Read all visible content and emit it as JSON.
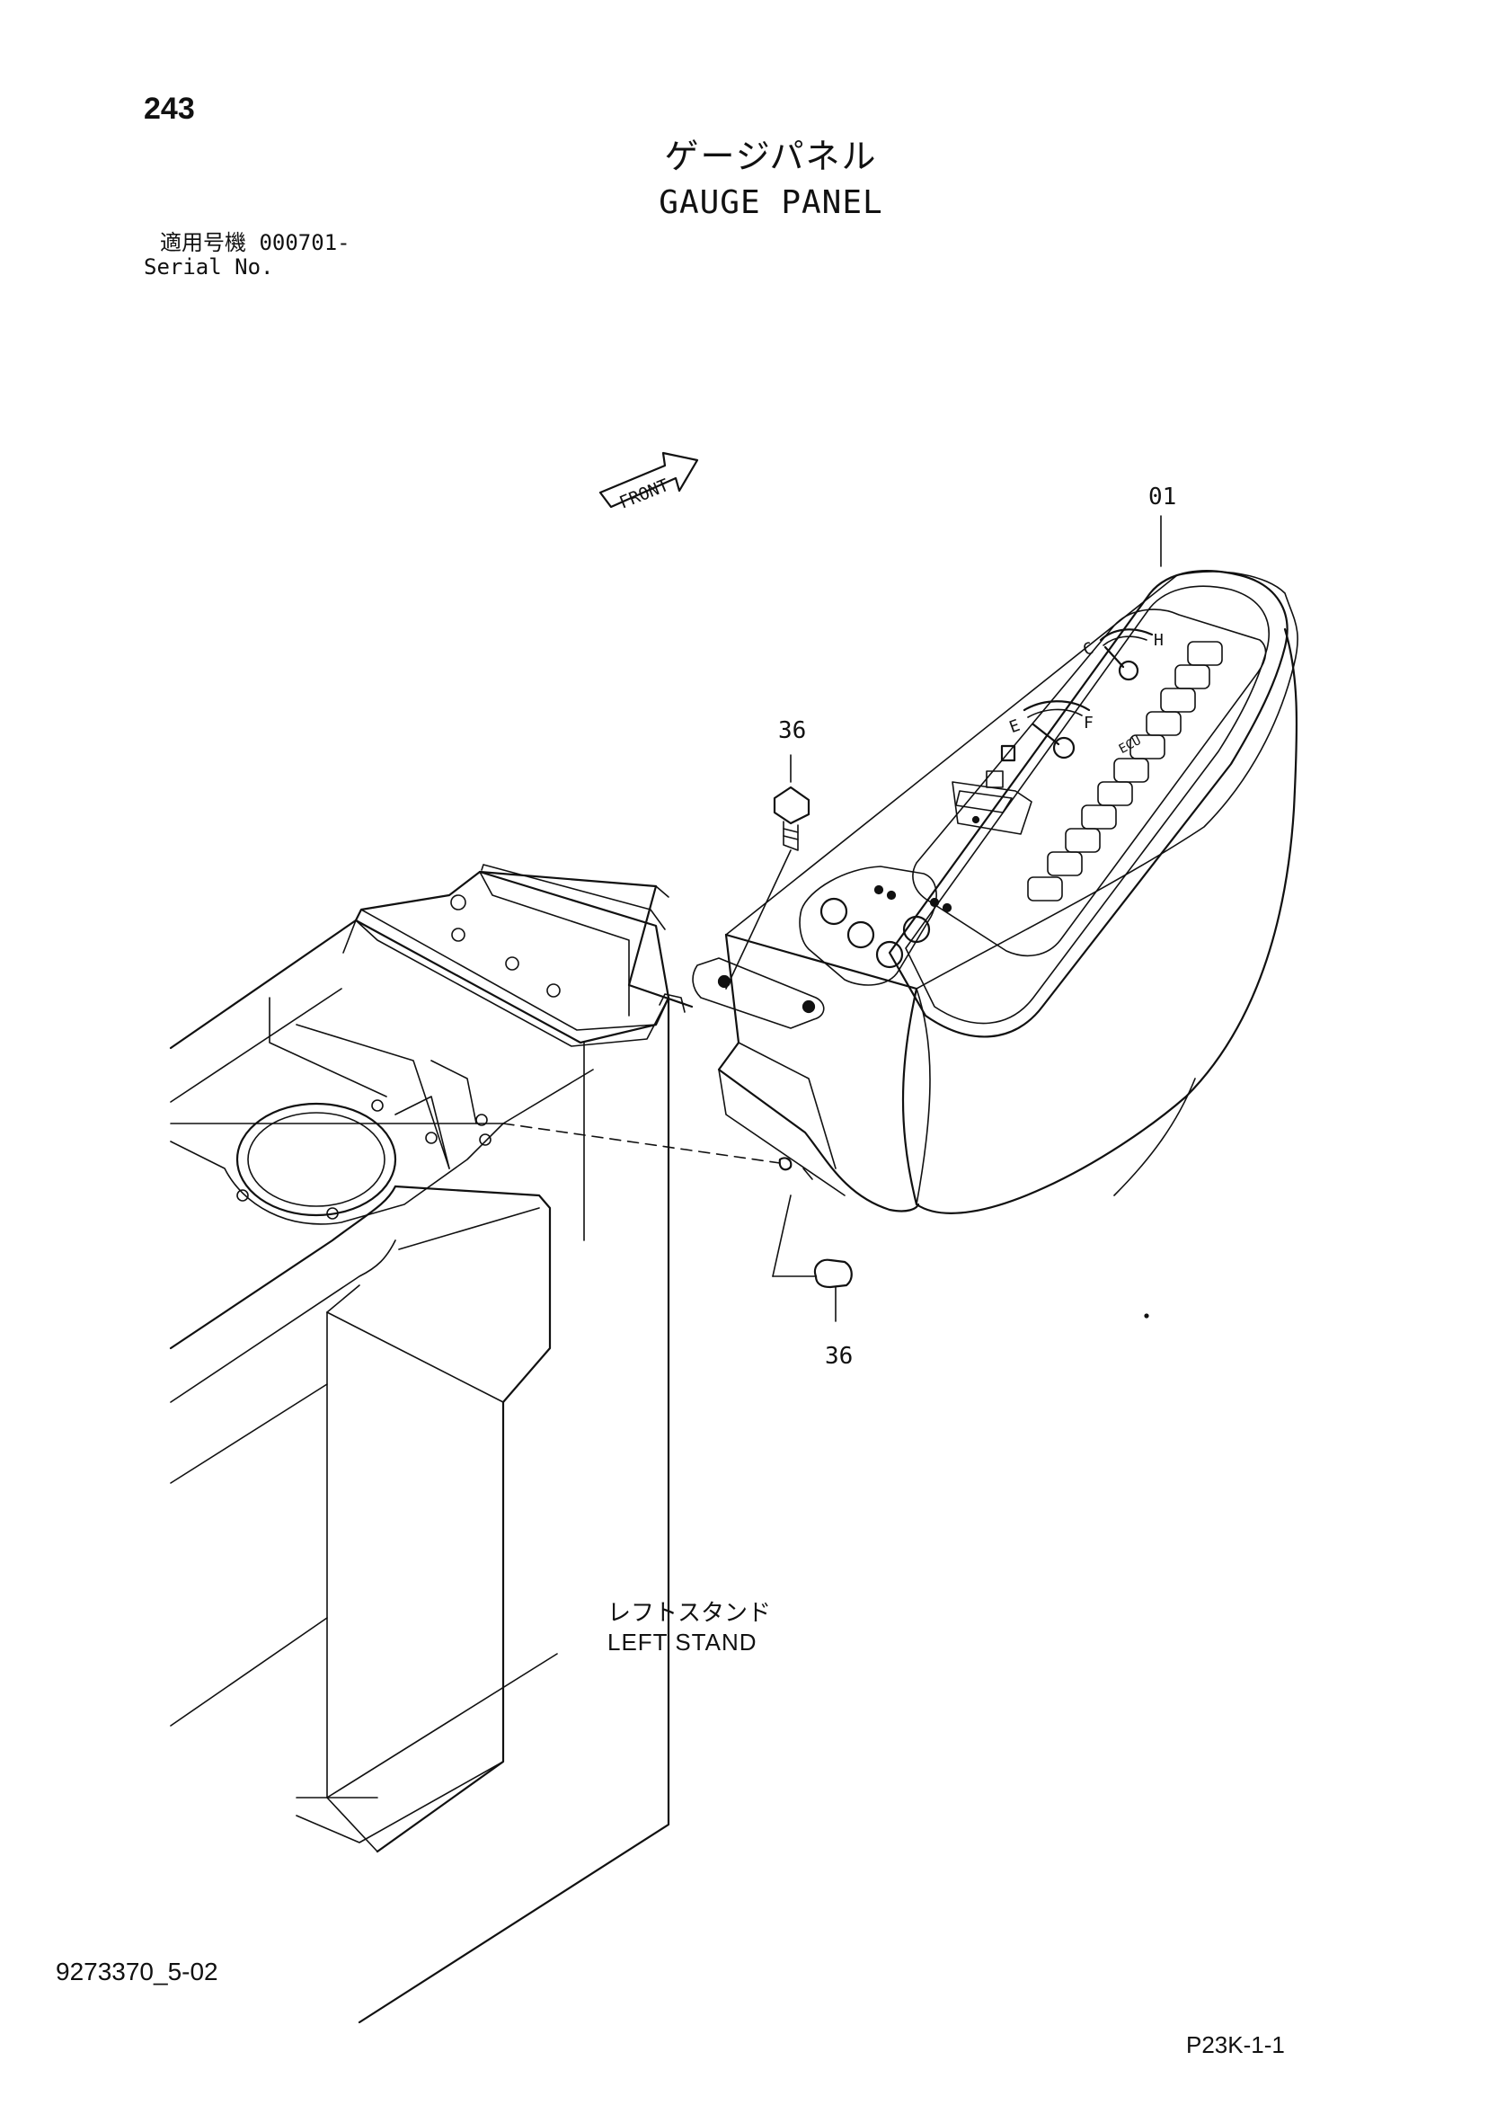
{
  "page_number": "243",
  "title_japanese": "ゲージパネル",
  "title_english": "GAUGE PANEL",
  "serial_japanese": "適用号機  000701-",
  "serial_english": "Serial No.",
  "front_label": "FRONT",
  "callouts": {
    "part_01": "01",
    "part_36_upper": "36",
    "part_36_lower": "36"
  },
  "stand_label_japanese": "レフトスタンド",
  "stand_label_english": "LEFT STAND",
  "gauge_letters": {
    "cold": "C",
    "hot": "H",
    "empty": "E",
    "full": "F"
  },
  "ecu_label": "ECU",
  "document_number": "9273370_5-02",
  "page_code": "P23K-1-1"
}
